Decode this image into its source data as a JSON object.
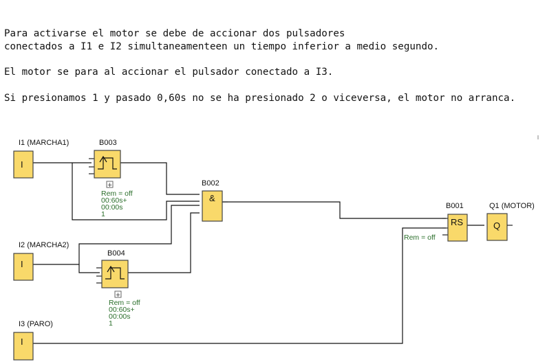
{
  "description": {
    "line1": "Para activarse el motor se debe de accionar dos pulsadores",
    "line2": "conectados a I1 e I2 simultaneamenteen un tiempo inferior a medio segundo.",
    "line3": "El motor se para al accionar el pulsador conectado a I3.",
    "line4": "Si presionamos 1 y pasado 0,60s no se ha presionado 2 o viceversa, el motor no arranca."
  },
  "diagram": {
    "inputs": [
      {
        "label": "I1 (MARCHA1)",
        "symbol": "I"
      },
      {
        "label": "I2 (MARCHA2)",
        "symbol": "I"
      },
      {
        "label": "I3 (PARO)",
        "symbol": "I"
      }
    ],
    "timers": [
      {
        "name": "B003",
        "params": [
          "Rem = off",
          "00:60s+",
          "00:00s",
          "1"
        ]
      },
      {
        "name": "B004",
        "params": [
          "Rem = off",
          "00:60s+",
          "00:00s",
          "1"
        ]
      }
    ],
    "and_gate": {
      "name": "B002",
      "symbol": "&"
    },
    "rs": {
      "name": "B001",
      "symbol": "RS",
      "param": "Rem = off"
    },
    "output": {
      "label": "Q1 (MOTOR)",
      "symbol": "Q"
    },
    "expand_symbol": "+"
  },
  "colors": {
    "block_fill": "#f9d96a",
    "param_text": "#2a6e2a"
  }
}
